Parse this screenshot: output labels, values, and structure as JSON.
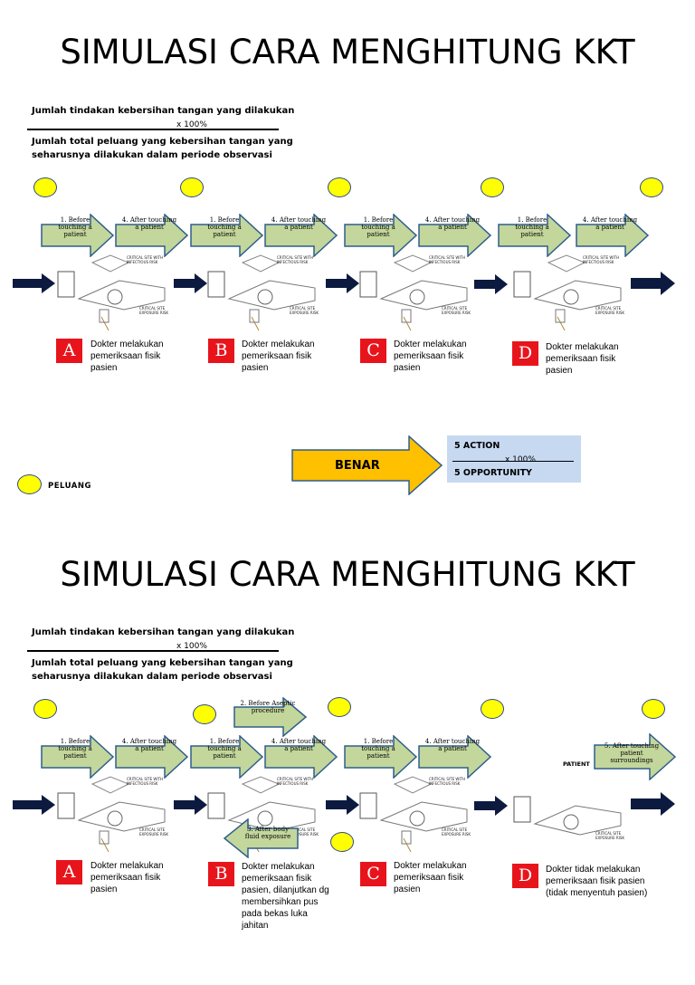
{
  "slides": [
    {
      "title": "SIMULASI CARA MENGHITUNG KKT",
      "formula": {
        "numerator": "Jumlah tindakan kebersihan tangan yang dilakukan",
        "times": "x 100%",
        "denominator_line1": "Jumlah total peluang yang kebersihan tangan yang",
        "denominator_line2": "seharusnya dilakukan dalam periode observasi"
      },
      "steps": [
        {
          "badge": "A",
          "before": "1. Before touching a patient",
          "after": "4. After touching a patient",
          "description": "Dokter melakukan pemeriksaan fisik pasien"
        },
        {
          "badge": "B",
          "before": "1. Before touching a patient",
          "after": "4. After touching a patient",
          "description": "Dokter melakukan pemeriksaan fisik pasien"
        },
        {
          "badge": "C",
          "before": "1. Before touching a patient",
          "after": "4. After touching a patient",
          "description": "Dokter melakukan pemeriksaan fisik pasien"
        },
        {
          "badge": "D",
          "before": "1. Before touching a patient",
          "after": "4. After touching a patient",
          "description": "Dokter melakukan pemeriksaan fisik pasien"
        }
      ],
      "result": {
        "label": "BENAR",
        "action": "5 ACTION",
        "times": "x 100%",
        "opportunity": "5 OPPORTUNITY"
      },
      "legend": "PELUANG"
    },
    {
      "title": "SIMULASI CARA MENGHITUNG KKT",
      "formula": {
        "numerator": "Jumlah tindakan kebersihan tangan yang dilakukan",
        "times": "x 100%",
        "denominator_line1": "Jumlah total peluang yang kebersihan tangan yang",
        "denominator_line2": "seharusnya dilakukan dalam periode observasi"
      },
      "steps": [
        {
          "badge": "A",
          "before": "1. Before touching a patient",
          "after": "4. After touching a patient",
          "description": "Dokter melakukan pemeriksaan fisik pasien"
        },
        {
          "badge": "B",
          "before": "1. Before touching a patient",
          "after": "4. After touching a patient",
          "extra_top": "2. Before Aseptic procedure",
          "extra_bottom": "3. After body fluid exposure",
          "description": "Dokter melakukan pemeriksaan fisik pasien, dilanjutkan dg membersihkan pus pada bekas luka jahitan"
        },
        {
          "badge": "C",
          "before": "1. Before touching a patient",
          "after": "4. After touching a patient",
          "description": "Dokter melakukan pemeriksaan fisik pasien"
        },
        {
          "badge": "D",
          "after_surroundings": "5. After touching patient surroundings",
          "patient_label": "PATIENT",
          "description": "Dokter tidak melakukan pemeriksaan fisik pasien (tidak menyentuh pasien)"
        }
      ]
    }
  ],
  "colors": {
    "green_arrow": "#c3d69b",
    "green_arrow_border": "#2e5e8c",
    "yellow_dot": "#ffff00",
    "badge_red": "#e8141c",
    "benar_orange": "#ffc000",
    "calc_bg": "#c6d9f1"
  },
  "icons": [
    "opportunity-dot-icon",
    "flow-arrow-icon",
    "hand-hygiene-arrow-icon",
    "patient-bed-illustration"
  ]
}
